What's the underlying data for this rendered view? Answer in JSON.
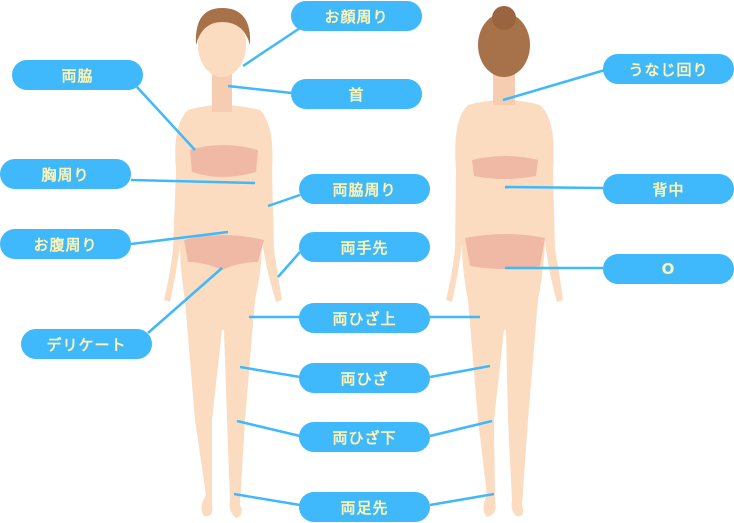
{
  "colors": {
    "label_bg": "#3fb8fc",
    "label_text": "#fff4b3",
    "line": "#3fb8fc",
    "skin": "#fbdcc0",
    "underwear": "#efb9a6",
    "hair": "#a7714a"
  },
  "labels": {
    "face": "お顔周り",
    "armpits": "両脇",
    "neck": "首",
    "chest": "胸周り",
    "underarm_area": "両脇周り",
    "belly": "お腹周り",
    "hands": "両手先",
    "delicate": "デリケート",
    "above_knees": "両ひざ上",
    "knees": "両ひざ",
    "below_knees": "両ひざ下",
    "feet": "両足先",
    "nape": "うなじ回り",
    "back": "背中",
    "o_line": "O"
  }
}
